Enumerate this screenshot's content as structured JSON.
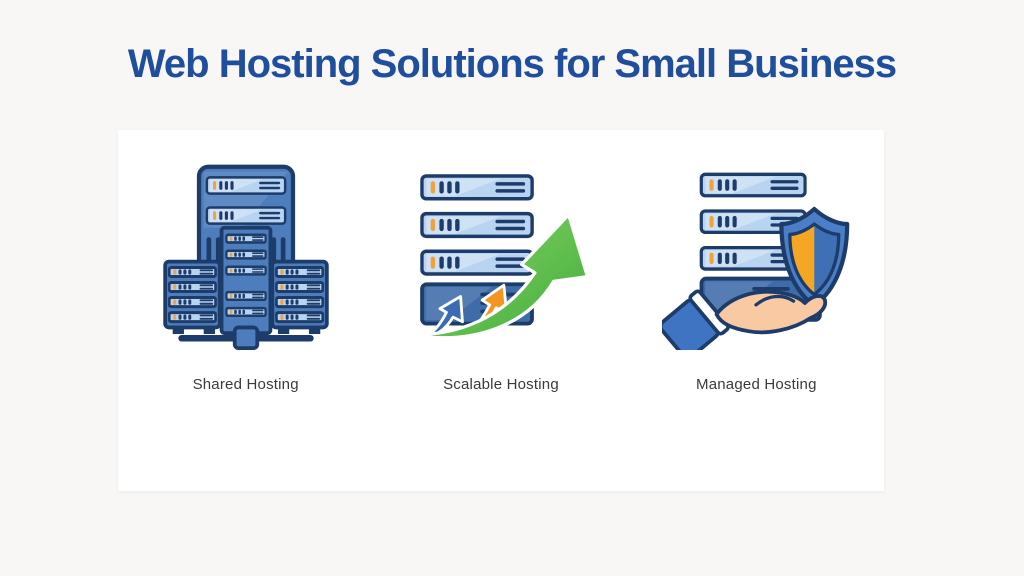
{
  "header": {
    "title": "Web Hosting Solutions for Small Business"
  },
  "items": [
    {
      "id": "shared",
      "label": "Shared Hosting",
      "icon": "shared-hosting-server-cluster-icon"
    },
    {
      "id": "scalable",
      "label": "Scalable Hosting",
      "icon": "scalable-hosting-growth-arrows-icon"
    },
    {
      "id": "managed",
      "label": "Managed Hosting",
      "icon": "managed-hosting-hand-shield-icon"
    }
  ],
  "colors": {
    "page_background": "#f8f7f5",
    "card_background": "#ffffff",
    "title_blue": "#1e4e9c",
    "label_gray": "#3a3a3a",
    "outline_navy": "#1d3c69",
    "server_light_blue": "#b9d4f1",
    "server_mid_blue": "#4d7dbd",
    "server_dark_blue": "#3e6ca9",
    "accent_orange": "#f2a23c",
    "arrow_blue": "#3a6cb5",
    "arrow_orange": "#f5941f",
    "arrow_green": "#54b845",
    "shield_blue": "#4a7ec7",
    "shield_inner_orange": "#f5a623",
    "shield_inner_blue": "#3f6fb5",
    "hand_skin": "#f8c9a2",
    "sleeve_blue": "#3f74c2"
  }
}
